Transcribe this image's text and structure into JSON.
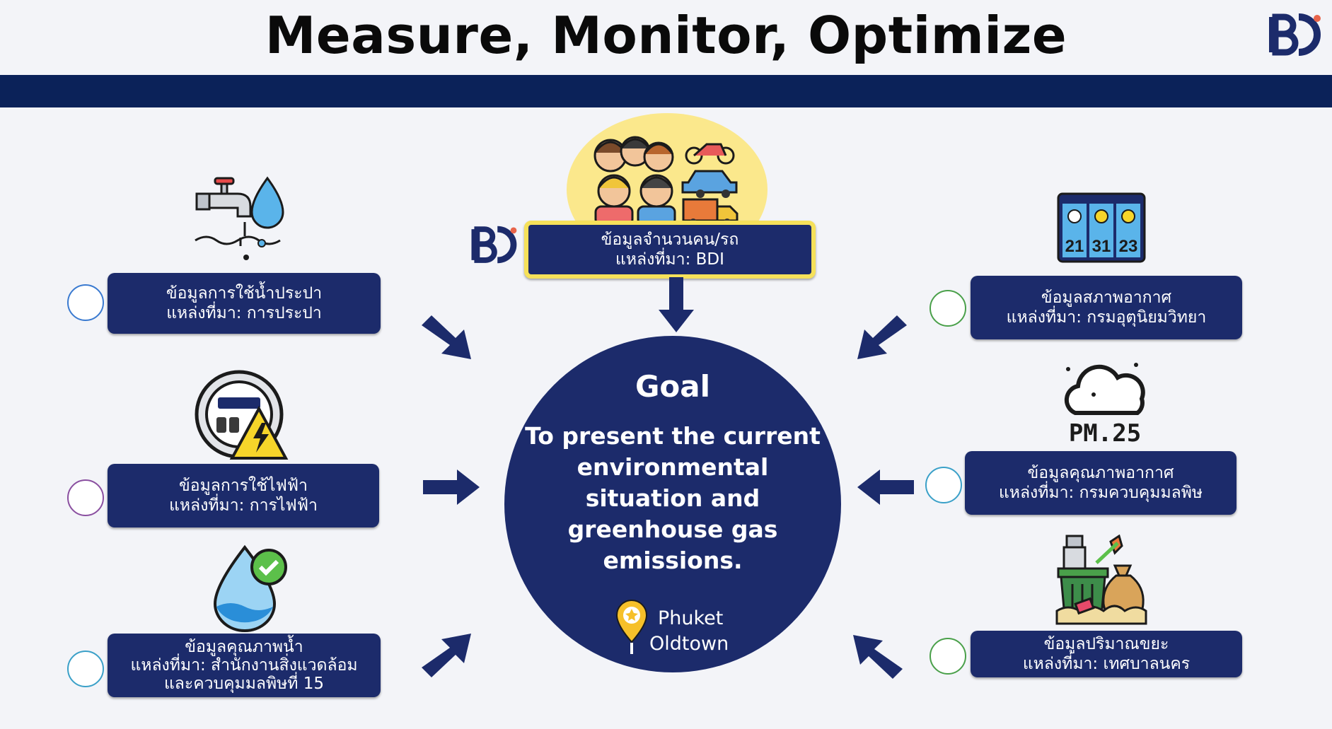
{
  "title": "Measure, Monitor, Optimize",
  "brand_logo_text": "BD",
  "colors": {
    "navy": "#1c2b6b",
    "band": "#0b2259",
    "highlight": "#f6e15a",
    "accent": "#e8644a"
  },
  "sources": {
    "people_vehicles": {
      "line1": "ข้อมูลจำนวนคน/รถ",
      "line2": "แหล่งที่มา: BDI",
      "icon": "people-vehicles-icon"
    },
    "tap_water": {
      "line1": "ข้อมูลการใช้น้ำประปา",
      "line2": "แหล่งที่มา: การประปา",
      "icon": "water-tap-icon"
    },
    "electricity": {
      "line1": "ข้อมูลการใช้ไฟฟ้า",
      "line2": "แหล่งที่มา: การไฟฟ้า",
      "icon": "electric-meter-icon"
    },
    "water_quality": {
      "line1": "ข้อมูลคุณภาพน้ำ",
      "line2": "แหล่งที่มา: สำนักงานสิ่งแวดล้อม",
      "line3": "และควบคุมมลพิษที่ 15",
      "icon": "water-drop-check-icon"
    },
    "weather": {
      "line1": "ข้อมูลสภาพอากาศ",
      "line2": "แหล่งที่มา: กรมอุตุนิยมวิทยา",
      "icon": "weather-calendar-icon",
      "temps": [
        "21",
        "31",
        "23"
      ]
    },
    "air_quality": {
      "line1": "ข้อมูลคุณภาพอากาศ",
      "line2": "แหล่งที่มา: กรมควบคุมมลพิษ",
      "icon": "pm25-cloud-icon",
      "icon_label": "PM.25"
    },
    "waste": {
      "line1": "ข้อมูลปริมาณขยะ",
      "line2": "แหล่งที่มา: เทศบาลนคร",
      "icon": "waste-bin-icon"
    }
  },
  "goal": {
    "heading": "Goal",
    "text": "To present the current environmental situation and greenhouse gas emissions.",
    "location_line1": "Phuket",
    "location_line2": "Oldtown"
  }
}
